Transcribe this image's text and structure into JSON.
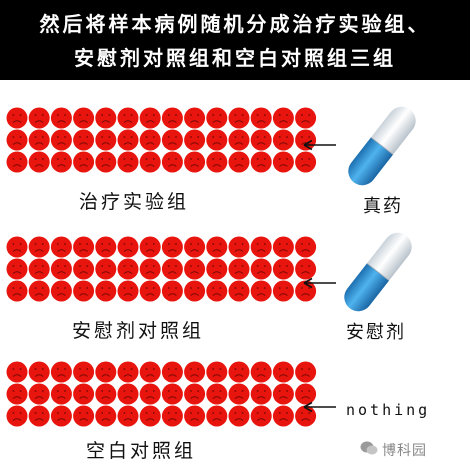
{
  "header": {
    "line1": "然后将样本病例随机分成治疗实验组、",
    "line2": "安慰剂对照组和空白对照组三组"
  },
  "groups": [
    {
      "label": "治疗实验组",
      "pill_label": "真药"
    },
    {
      "label": "安慰剂对照组",
      "pill_label": "安慰剂"
    },
    {
      "label": "空白对照组",
      "pill_label": "nothing"
    }
  ],
  "watermark": "博科园",
  "colors": {
    "face": "#e8140e",
    "pill_blue": "#2a8fd6",
    "pill_white": "#f4f6f8",
    "header_bg": "#000000"
  },
  "icons": [
    "sad-face-icon",
    "capsule-pill-icon",
    "left-arrow-icon",
    "wechat-icon"
  ]
}
